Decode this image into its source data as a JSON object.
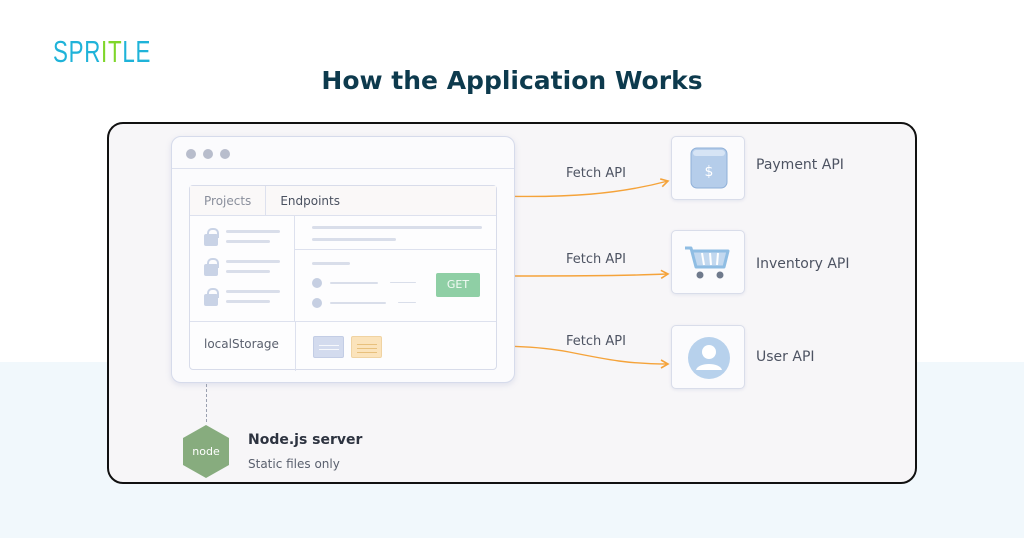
{
  "brand": {
    "logo_text_a": "SPR",
    "logo_text_b": "IT",
    "logo_text_c": "LE"
  },
  "header": {
    "title": "How the Application Works"
  },
  "browser": {
    "tabs": [
      {
        "label": "Projects"
      },
      {
        "label": "Endpoints"
      }
    ],
    "get_button_label": "GET",
    "storage_label": "localStorage"
  },
  "connections": [
    {
      "label": "Fetch API",
      "target": "Payment API",
      "icon": "money-jar-icon"
    },
    {
      "label": "Fetch API",
      "target": "Inventory API",
      "icon": "shopping-cart-icon"
    },
    {
      "label": "Fetch API",
      "target": "User API",
      "icon": "user-avatar-icon"
    }
  ],
  "server": {
    "title": "Node.js server",
    "subtitle": "Static files only",
    "icon_text": "node"
  },
  "colors": {
    "accent_arrow": "#f5a33a",
    "title": "#0d3a4d",
    "logo_blue": "#1fb3d9",
    "logo_green": "#7fd62a",
    "get_green": "#8fcfa5"
  }
}
